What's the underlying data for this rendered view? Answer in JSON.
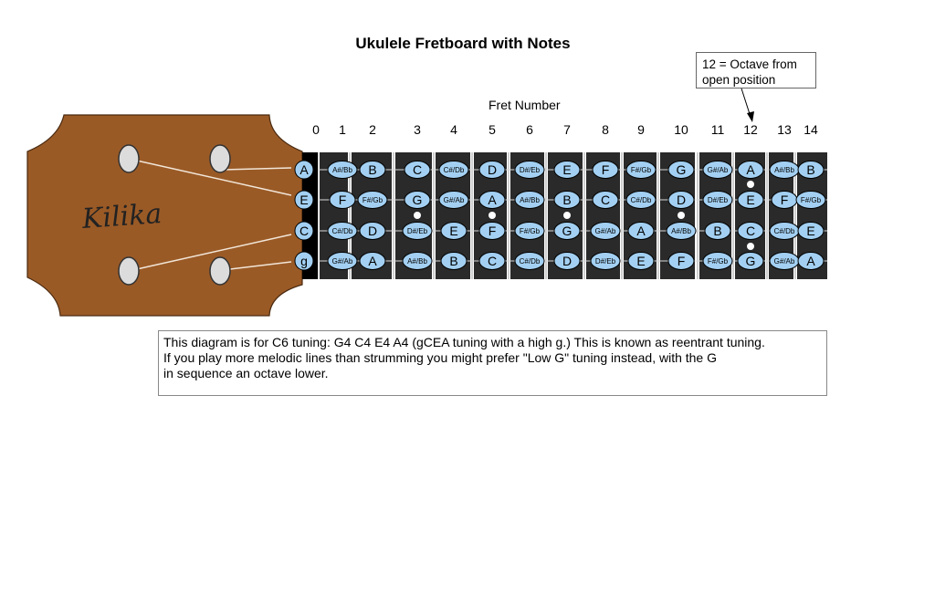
{
  "title": "Ukulele Fretboard with Notes",
  "callout": {
    "line1": "12 = Octave from",
    "line2": "open position"
  },
  "fret_axis": {
    "label": "Fret Number",
    "numbers": [
      "0",
      "1",
      "2",
      "3",
      "4",
      "5",
      "6",
      "7",
      "8",
      "9",
      "10",
      "11",
      "12",
      "13",
      "14"
    ]
  },
  "headstock": {
    "brand": "Kilika"
  },
  "strings": [
    {
      "open": "A",
      "notes": [
        "A#/Bb",
        "B",
        "C",
        "C#/Db",
        "D",
        "D#/Eb",
        "E",
        "F",
        "F#/Gb",
        "G",
        "G#/Ab",
        "A",
        "A#/Bb",
        "B"
      ]
    },
    {
      "open": "E",
      "notes": [
        "F",
        "F#/Gb",
        "G",
        "G#/Ab",
        "A",
        "A#/Bb",
        "B",
        "C",
        "C#/Db",
        "D",
        "D#/Eb",
        "E",
        "F",
        "F#/Gb"
      ]
    },
    {
      "open": "C",
      "notes": [
        "C#/Db",
        "D",
        "D#/Eb",
        "E",
        "F",
        "F#/Gb",
        "G",
        "G#/Ab",
        "A",
        "A#/Bb",
        "B",
        "C",
        "C#/Db",
        "E"
      ]
    },
    {
      "open": "g",
      "notes": [
        "G#/Ab",
        "A",
        "A#/Bb",
        "B",
        "C",
        "C#/Db",
        "D",
        "D#/Eb",
        "E",
        "F",
        "F#/Gb",
        "G",
        "G#/Ab",
        "A"
      ]
    }
  ],
  "marker_frets": [
    3,
    5,
    7,
    10,
    12
  ],
  "description": {
    "line1": "This diagram is for C6 tuning: G4 C4 E4 A4 (gCEA tuning with a high g.)  This is known as reentrant tuning.",
    "line2": "If you play more melodic lines than strumming you might prefer \"Low G\" tuning instead, with the G",
    "line3": "in sequence an octave lower."
  },
  "colors": {
    "headstock": "#9a5a26",
    "fretboard": "#2a2a2a",
    "note_fill": "#a3d0f2",
    "nut": "#000000"
  }
}
